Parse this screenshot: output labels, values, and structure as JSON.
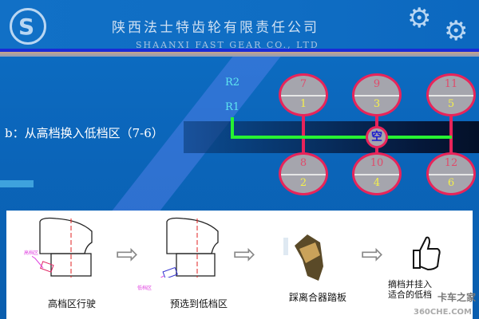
{
  "header": {
    "company_cn": "陕西法士特齿轮有限责任公司",
    "company_en": "SHAANXI FAST GEAR CO., LTD",
    "logo_glyph": "S",
    "gear_icon": "⚙"
  },
  "slide": {
    "step_title": "b：从高档换入低档区（7-6）"
  },
  "shift_pattern": {
    "reverse_labels": [
      "R2",
      "R1"
    ],
    "neutral": "空",
    "positions": [
      {
        "high": "7",
        "low": "1"
      },
      {
        "high": "9",
        "low": "3"
      },
      {
        "high": "11",
        "low": "5"
      },
      {
        "high": "8",
        "low": "2"
      },
      {
        "high": "10",
        "low": "4"
      },
      {
        "high": "12",
        "low": "6"
      }
    ],
    "colors": {
      "ring": "#e8245a",
      "fill": "#a5a5ad",
      "high_text": "#e04a6a",
      "low_text": "#f5f04a",
      "path": "#27f232"
    }
  },
  "procedure": {
    "steps": [
      "高档区行驶",
      "预选到低档区",
      "踩离合器踏板",
      "摘档并挂入适合的低档"
    ],
    "knob_labels": [
      "高档区",
      "低档区"
    ],
    "arrow": "⇨"
  },
  "watermark": {
    "cn": "卡车之家",
    "en": "360CHE.COM"
  }
}
